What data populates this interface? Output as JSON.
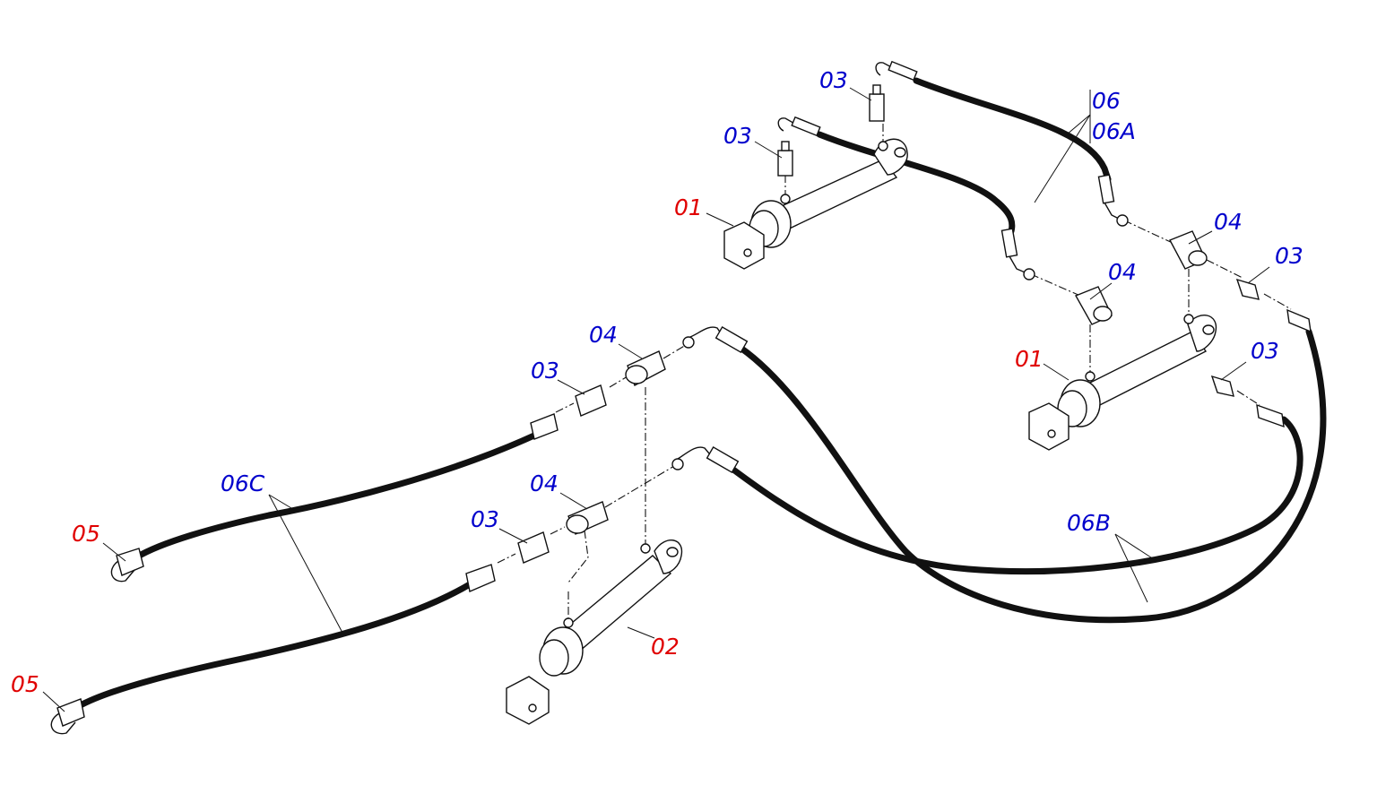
{
  "colors": {
    "assembly": "#e00000",
    "component": "#0000cc",
    "line": "#111111"
  },
  "callouts": {
    "cyl_top_upper": "01",
    "cyl_top_lower": "01",
    "cyl_bottom": "02",
    "adapter_a": "03",
    "adapter_b": "03",
    "adapter_c": "03",
    "adapter_d": "03",
    "adapter_e": "03",
    "adapter_f": "03",
    "tee_a": "04",
    "tee_b": "04",
    "tee_c": "04",
    "tee_d": "04",
    "coupler_a": "05",
    "coupler_b": "05",
    "hose_06": "06",
    "hose_06a": "06A",
    "hose_06b": "06B",
    "hose_06c": "06C"
  }
}
